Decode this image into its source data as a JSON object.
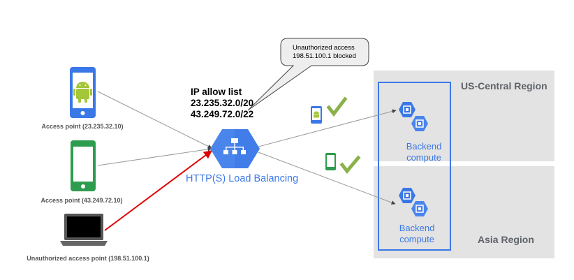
{
  "regions": {
    "us_central": "US-Central Region",
    "asia": "Asia Region"
  },
  "backends": [
    {
      "line1": "Backend",
      "line2": "compute"
    },
    {
      "line1": "Backend",
      "line2": "compute"
    }
  ],
  "load_balancer": {
    "label": "HTTP(S) Load Balancing",
    "icon": "load-balancing-icon"
  },
  "allow_list": {
    "title": "IP allow list",
    "ips": [
      "23.235.32.0/20",
      "43.249.72.0/22"
    ]
  },
  "callout": {
    "line1": "Unauthorized access",
    "line2": "198.51.100.1 blocked"
  },
  "access_points": [
    {
      "label": "Access point (23.235.32.10)",
      "device": "android-phone-icon"
    },
    {
      "label": "Access point  (43.249.72.10)",
      "device": "green-phone-icon"
    },
    {
      "label": "Unauthorized access point (198.51.100.1)",
      "device": "laptop-icon"
    }
  ],
  "colors": {
    "gcp_blue": "#3b78e7",
    "region_gray": "#e3e3e3",
    "blocked_red": "#e00000",
    "check_green": "#8bb14a",
    "android_green": "#a4c639",
    "phone_green": "#2e9c4e"
  }
}
